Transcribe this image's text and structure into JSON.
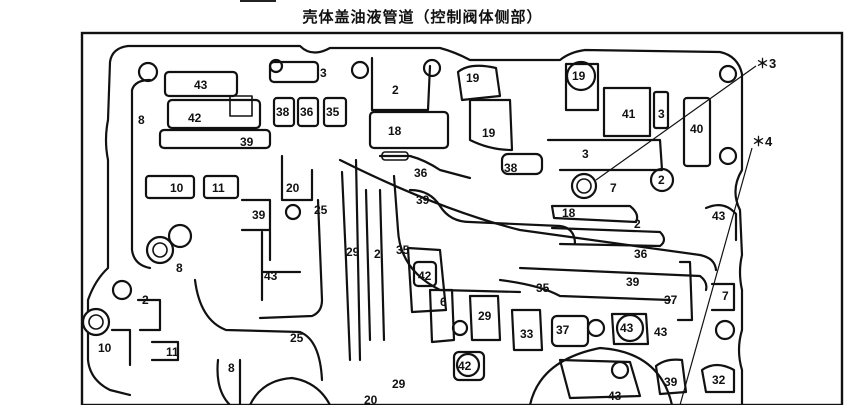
{
  "title": "壳体盖油液管道（控制阀体侧部）",
  "callouts": {
    "mark3": "＊3",
    "mark4": "＊4"
  },
  "labels": {
    "l3a": "3",
    "l43a": "43",
    "l2a": "2",
    "l19a": "19",
    "l19b": "19",
    "l19c": "19",
    "l42a": "42",
    "l8a": "8",
    "l38a": "38",
    "l36a": "36",
    "l35a": "35",
    "l18a": "18",
    "l41": "41",
    "l3b": "3",
    "l40": "40",
    "l39a": "39",
    "l38b": "38",
    "l3c": "3",
    "l36b": "36",
    "l7a": "7",
    "l2b": "2",
    "l10a": "10",
    "l11a": "11",
    "l20": "20",
    "l39b": "39",
    "l25a": "25",
    "l39c": "39",
    "l18b": "18",
    "l43b": "43",
    "l2c": "2",
    "l8b": "8",
    "l29a": "29",
    "l2d": "2",
    "l35b": "35",
    "l36c": "36",
    "l42b": "42",
    "l43c": "43",
    "l39d": "39",
    "l35c": "35",
    "l2e": "2",
    "l6": "6",
    "l29b": "29",
    "l37a": "37",
    "l7b": "7",
    "l10b": "10",
    "l11b": "11",
    "l25b": "25",
    "l33": "33",
    "l37b": "37",
    "l43d": "43",
    "l43e": "43",
    "l42c": "42",
    "l8c": "8",
    "l29c": "29",
    "l43f": "43",
    "l39e": "39",
    "l32": "32",
    "l20b": "20"
  }
}
